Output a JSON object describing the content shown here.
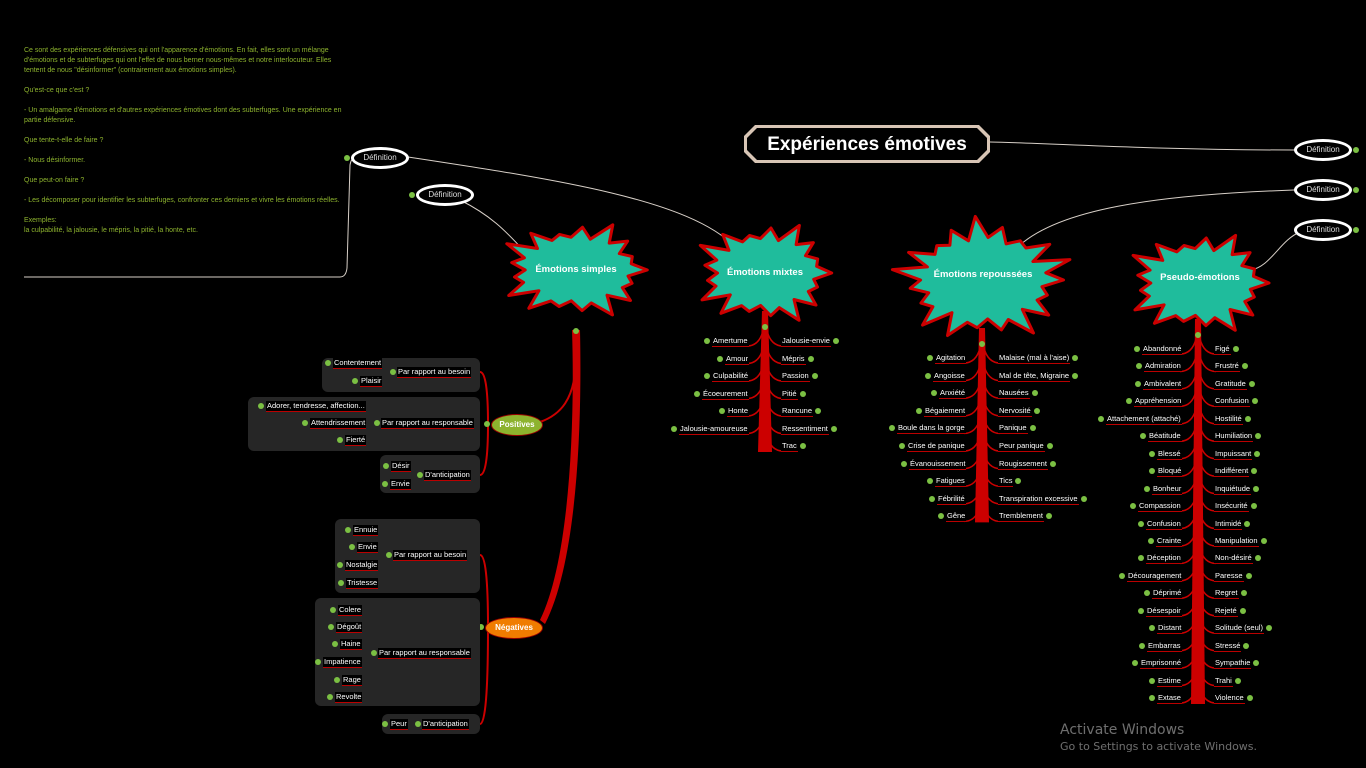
{
  "title": "Expériences émotives",
  "note": {
    "text": "Ce sont des expériences défensives qui ont l'apparence d'émotions. En fait, elles sont un mélange d'émotions et de subterfuges qui ont l'effet de nous berner nous-mêmes et notre interlocuteur. Elles tentent de nous \"désinformer\" (contrairement aux émotions simples).\n\nQu'est-ce que c'est ?\n\n- Un amalgame d'émotions et d'autres expériences émotives dont des subterfuges. Une expérience en partie défensive.\n\nQue tente-t-elle de faire ?\n\n- Nous désinformer.\n\nQue peut-on faire ?\n\n- Les décomposer pour identifier les subterfuges, confronter ces derniers et vivre les émotions réelles.\n\nExemples:\nla culpabilité, la jalousie, le mépris, la pitié, la honte, etc."
  },
  "definition_label": "Définition",
  "colors": {
    "burst_fill": "#1fbc9c",
    "burst_stroke": "#cc0000",
    "branch": "#cc0000",
    "positive": "#8db32e",
    "negative": "#f07c00",
    "note_text": "#8db32e",
    "title_border": "#d8c5b5"
  },
  "simple": {
    "label": "Émotions simples",
    "positive": {
      "label": "Positives",
      "groups": [
        {
          "label": "Par rapport au besoin",
          "items": [
            "Contentement",
            "Plaisir"
          ]
        },
        {
          "label": "Par rapport au responsable",
          "items": [
            "Adorer, tendresse, affection...",
            "Attendrissement",
            "Fierté"
          ]
        },
        {
          "label": "D'anticipation",
          "items": [
            "Désir",
            "Envie"
          ]
        }
      ]
    },
    "negative": {
      "label": "Négatives",
      "groups": [
        {
          "label": "Par rapport au besoin",
          "items": [
            "Ennuie",
            "Envie",
            "Nostalgie",
            "Tristesse"
          ]
        },
        {
          "label": "Par rapport au responsable",
          "items": [
            "Colere",
            "Dégoût",
            "Haine",
            "Impatience",
            "Rage",
            "Revolte"
          ]
        },
        {
          "label": "D'anticipation",
          "items": [
            "Peur"
          ]
        }
      ]
    }
  },
  "mixed": {
    "label": "Émotions mixtes",
    "left": [
      "Amertume",
      "Amour",
      "Culpabilité",
      "Écoeurement",
      "Honte",
      "Jalousie-amoureuse"
    ],
    "right": [
      "Jalousie-envie",
      "Mépris",
      "Passion",
      "Pitié",
      "Rancune",
      "Ressentiment",
      "Trac"
    ]
  },
  "repressed": {
    "label": "Émotions repoussées",
    "left": [
      "Agitation",
      "Angoisse",
      "Anxiété",
      "Bégaiement",
      "Boule dans la gorge",
      "Crise de panique",
      "Évanouissement",
      "Fatigues",
      "Fébrilité",
      "Gêne"
    ],
    "right": [
      "Malaise (mal à l'aise)",
      "Mal de tête, Migraine",
      "Nausées",
      "Nervosité",
      "Panique",
      "Peur panique",
      "Rougissement",
      "Tics",
      "Transpiration excessive",
      "Tremblement"
    ]
  },
  "pseudo": {
    "label": "Pseudo-émotions",
    "left": [
      "Abandonné",
      "Admiration",
      "Ambivalent",
      "Appréhension",
      "Attachement (attaché)",
      "Béatitude",
      "Blessé",
      "Bloqué",
      "Bonheur",
      "Compassion",
      "Confusion",
      "Crainte",
      "Déception",
      "Découragement",
      "Déprimé",
      "Désespoir",
      "Distant",
      "Embarras",
      "Emprisonné",
      "Estime",
      "Extase"
    ],
    "right": [
      "Figé",
      "Frustré",
      "Gratitude",
      "Confusion",
      "Hostilité",
      "Humiliation",
      "Impuissant",
      "Indifférent",
      "Inquiétude",
      "Insécurité",
      "Intimidé",
      "Manipulation",
      "Non-désiré",
      "Paresse",
      "Regret",
      "Rejeté",
      "Solitude (seul)",
      "Stressé",
      "Sympathie",
      "Trahi",
      "Violence"
    ]
  },
  "watermark": {
    "line1": "Activate Windows",
    "line2": "Go to Settings to activate Windows."
  }
}
